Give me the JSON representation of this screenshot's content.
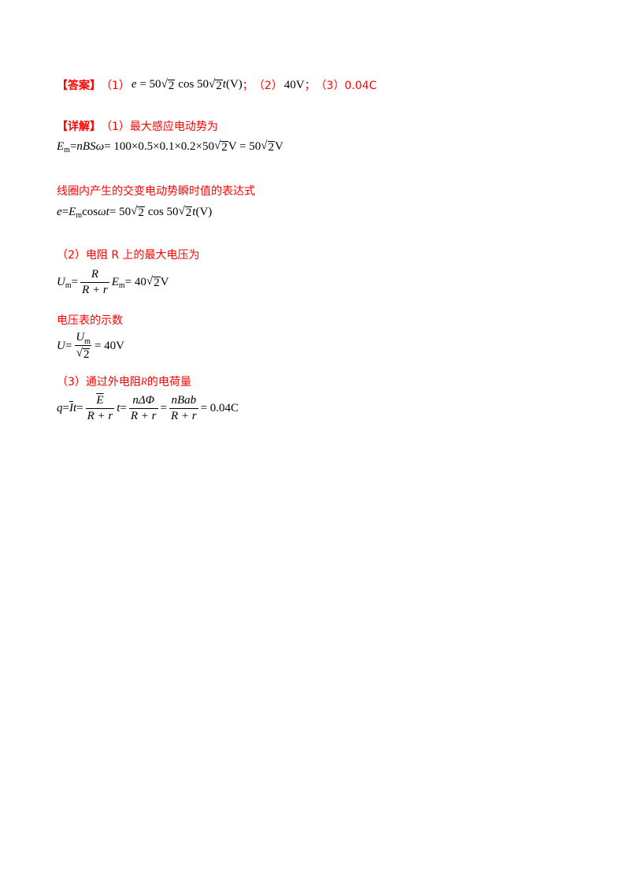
{
  "answer": {
    "label": "【答案】",
    "p1": "（1）",
    "p1_formula_parts": [
      "e",
      " = 50",
      "2",
      "cos 50",
      "2",
      "t",
      "(V)"
    ],
    "sep1": "；",
    "p2": "（2）",
    "p2_value": "40V",
    "sep2": "；",
    "p3": "（3）0.04C"
  },
  "detail": {
    "label": "【详解】",
    "s1_title": "（1）最大感应电动势为",
    "s1_eq": {
      "lhs": "E",
      "lhs_sub": "m",
      "mid1": " = ",
      "nbs": "nBSω",
      "mid2": " = 100×0.5×0.1×0.2×50",
      "r1": "2",
      "mid3": "V = 50",
      "r2": "2",
      "tail": "V"
    },
    "s1_text2": "线圈内产生的交变电动势瞬时值的表达式",
    "s1_eq2": {
      "e": "e",
      "eq": " = ",
      "E": "E",
      "E_sub": "m",
      "cos": " cos ",
      "wt": "ωt",
      "mid": " = 50",
      "r1": "2",
      "cos2": "cos 50",
      "r2": "2",
      "t": "t",
      "tail": "(V)"
    },
    "s2_title": "（2）电阻 R 上的最大电压为",
    "s2_eq": {
      "U": "U",
      "U_sub": "m",
      "eq": " = ",
      "num": "R",
      "den": "R + r",
      "E": "E",
      "E_sub": "m",
      "mid": " = 40",
      "r": "2",
      "tail": "V"
    },
    "s2_text2": "电压表的示数",
    "s2_eq2": {
      "U": "U",
      "eq": " = ",
      "num": "U",
      "num_sub": "m",
      "den_r": "2",
      "tail": " = 40V"
    },
    "s3_title_a": "（3）通过外电阻 ",
    "s3_title_R": "R",
    "s3_title_b": " 的电荷量",
    "s3_eq": {
      "q": "q",
      "eq1": " = ",
      "It": "I",
      "t": "t",
      "eq2": " = ",
      "f1_num": "E",
      "f1_den": "R + r",
      "t2": "t",
      "eq3": " = ",
      "f2_num": "nΔΦ",
      "f2_den": "R + r",
      "eq4": " = ",
      "f3_num": "nBab",
      "f3_den": "R + r",
      "tail": " = 0.04C"
    }
  }
}
